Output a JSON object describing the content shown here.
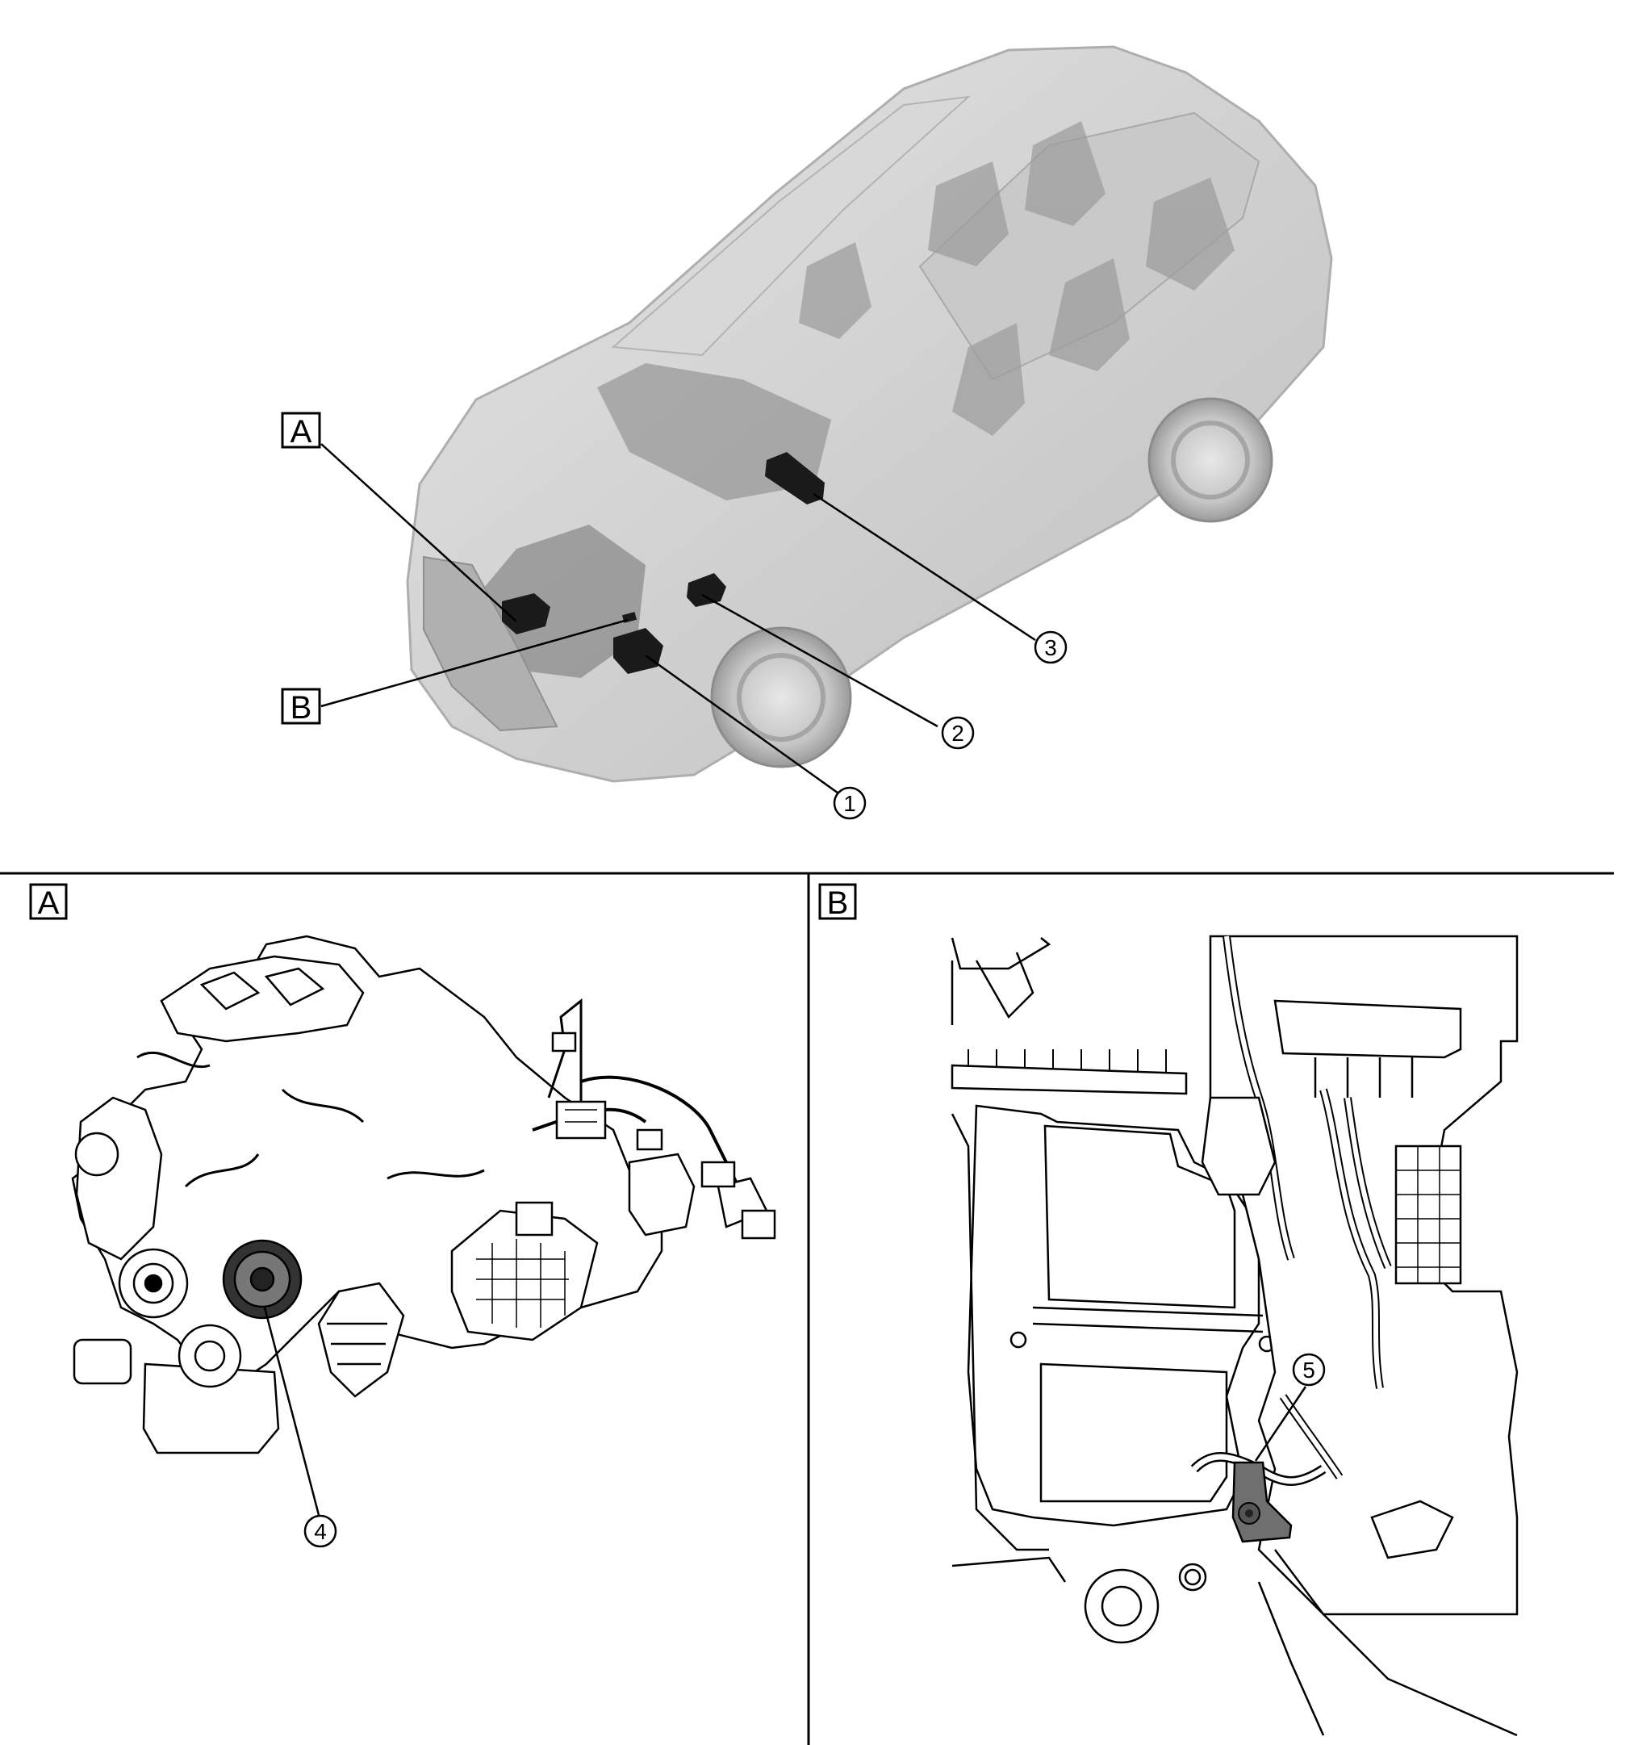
{
  "overview": {
    "view_labels": {
      "a": "A",
      "b": "B"
    },
    "callouts": {
      "c1": "1",
      "c2": "2",
      "c3": "3"
    }
  },
  "detail_a": {
    "panel_label": "A",
    "callout": "4"
  },
  "detail_b": {
    "panel_label": "B",
    "callout": "5"
  }
}
